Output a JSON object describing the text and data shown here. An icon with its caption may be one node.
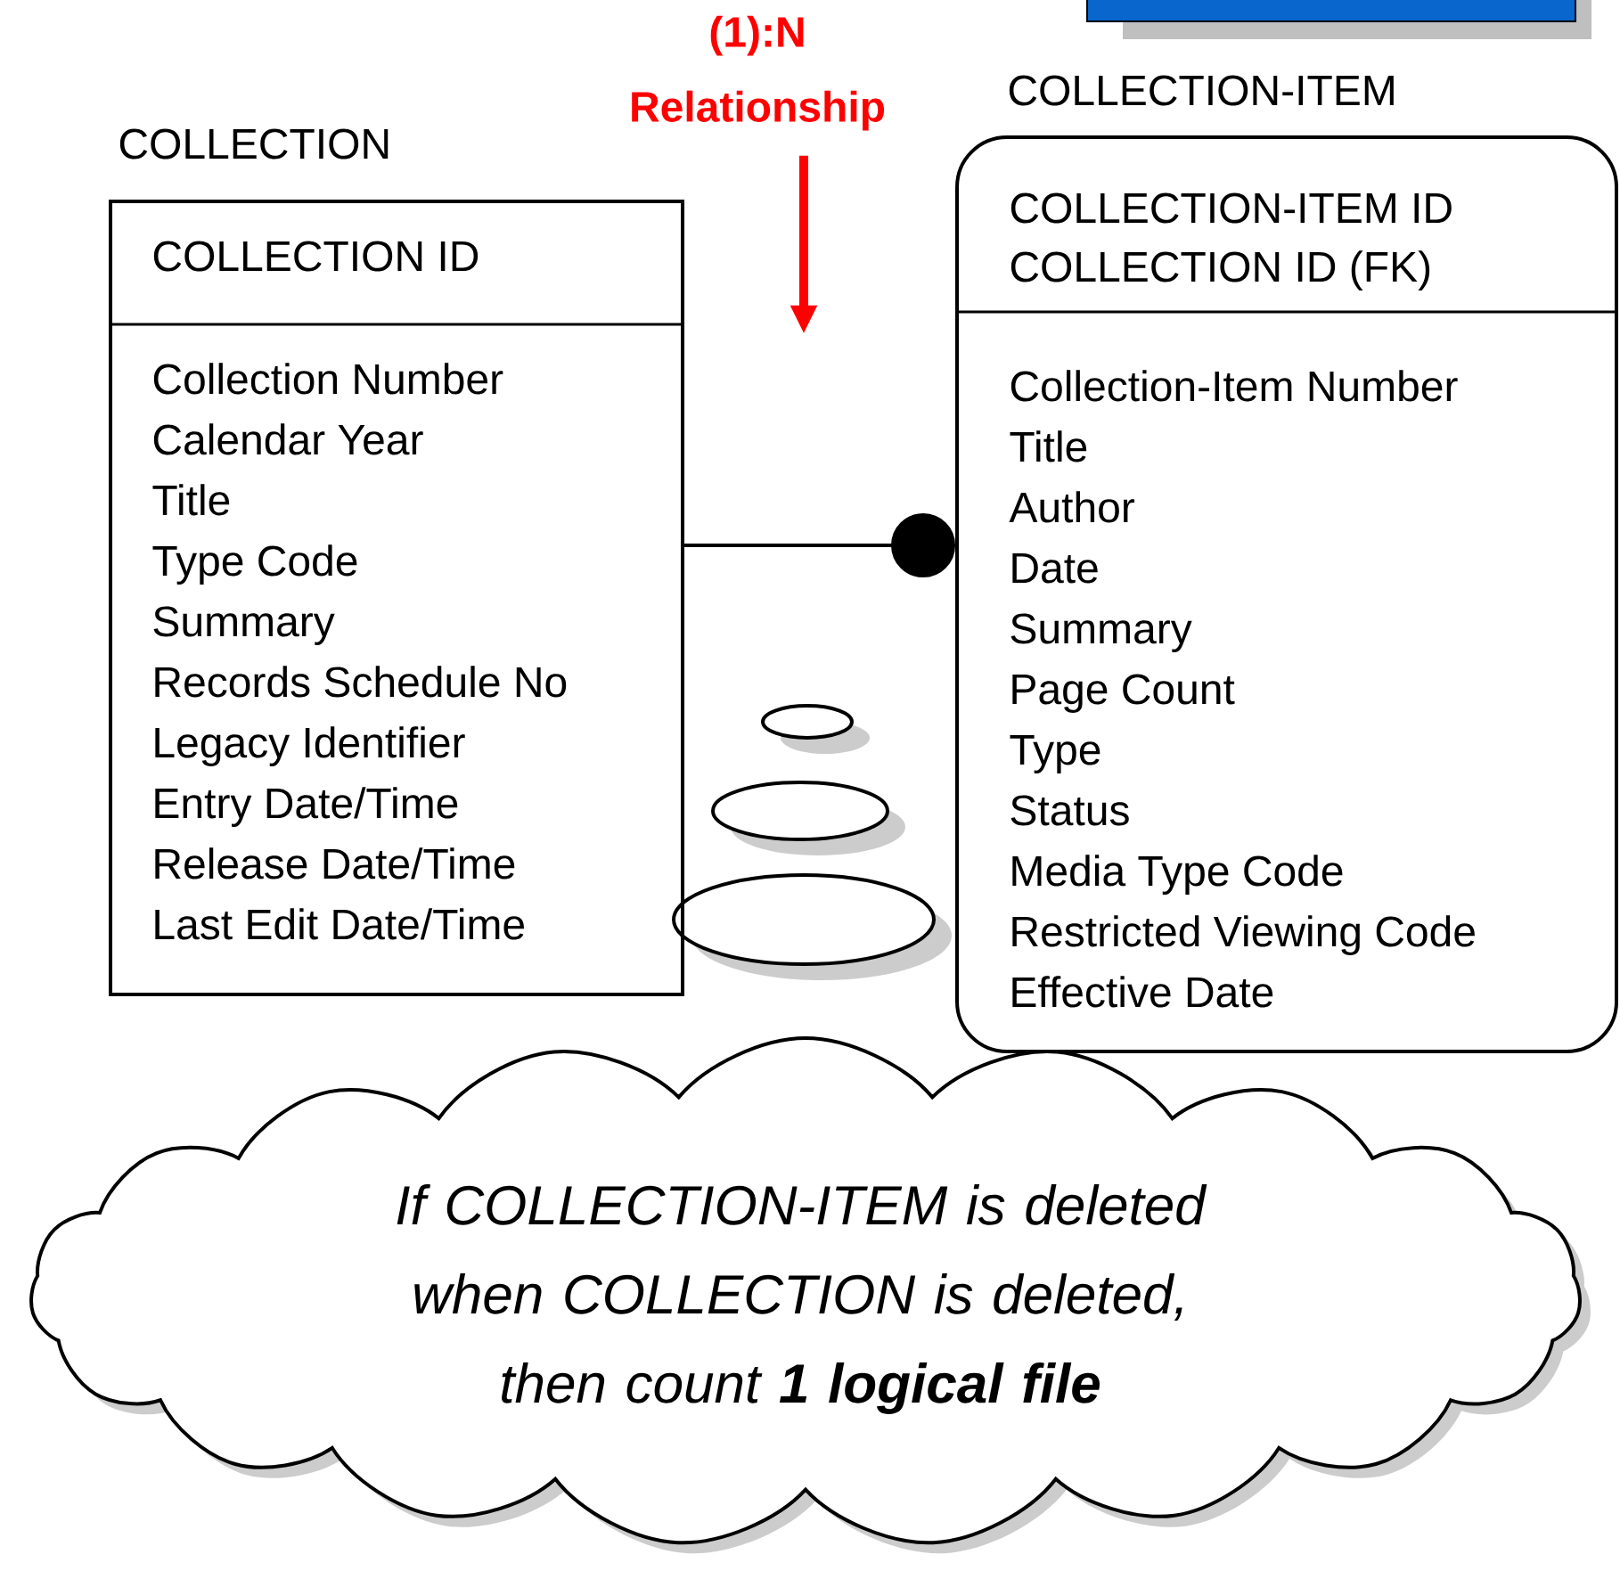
{
  "diagram": {
    "nodes": [
      {
        "text": [
          "COLLECTION",
          "COLLECTION ID",
          "Collection Number",
          "Calendar Year",
          "Title",
          "Type Code",
          "Summary",
          "Records Schedule No",
          "Legacy Identifier",
          "Entry Date/Time",
          "Release Date/Time",
          "Last Edit Date/Time"
        ]
      },
      {
        "text": [
          "COLLECTION-ITEM",
          "COLLECTION-ITEM ID",
          "COLLECTION ID (FK)",
          "Collection-Item Number",
          "Title",
          "Author",
          "Date",
          "Summary",
          "Page Count",
          "Type",
          "Status",
          "Media Type Code",
          "Restricted Viewing Code",
          "Effective Date"
        ]
      },
      {
        "text": [
          "If COLLECTION-ITEM is deleted when COLLECTION is deleted, then count **1 logical file**"
        ]
      },
      {
        "text": [
          "(1):N Relationship"
        ]
      }
    ],
    "edges": [
      {
        "from": 0,
        "to": 1,
        "arrow": "other"
      },
      {
        "from": 3,
        "to": null,
        "arrow": "to",
        "style": "thick",
        "color": "#ff0000"
      }
    ]
  }
}
